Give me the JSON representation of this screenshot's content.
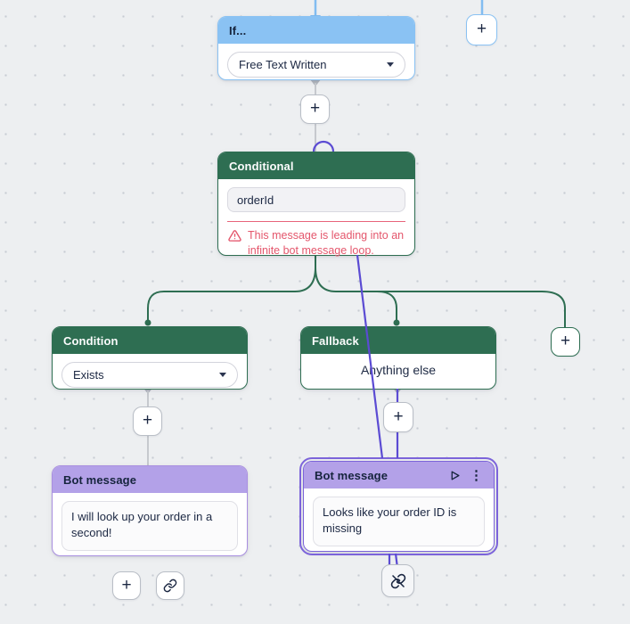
{
  "canvas": {
    "background": "#edeff1",
    "dot_color": "#c7ccd3"
  },
  "colors": {
    "edge_blue": "#82bdf1",
    "edge_gray": "#c6c9ce",
    "edge_green": "#2e6e52",
    "edge_purple": "#5b4bd3",
    "header_blue": "#8ac2f3",
    "header_green": "#2e6e52",
    "header_purple": "#b3a1e8",
    "selection_purple": "#7c64da",
    "warning_red": "#e4566c"
  },
  "icons": {
    "plus": "+",
    "kebab": "⋮",
    "play": "play-outline",
    "link": "chain-link",
    "unlink": "broken-chain-link",
    "warning": "alert-triangle",
    "caret": "dropdown-caret"
  },
  "nodes": {
    "if": {
      "title": "If...",
      "selector_value": "Free Text Written"
    },
    "conditional": {
      "title": "Conditional",
      "input_value": "orderId",
      "warning_line1": "This message is leading into an",
      "warning_line2": "infinite bot message loop."
    },
    "condition": {
      "title": "Condition",
      "selector_value": "Exists"
    },
    "fallback": {
      "title": "Fallback",
      "value": "Anything else"
    },
    "bot_message_left": {
      "title": "Bot message",
      "message": "I will look up your order in a second!"
    },
    "bot_message_right": {
      "title": "Bot message",
      "message": "Looks like your order ID is missing"
    }
  }
}
